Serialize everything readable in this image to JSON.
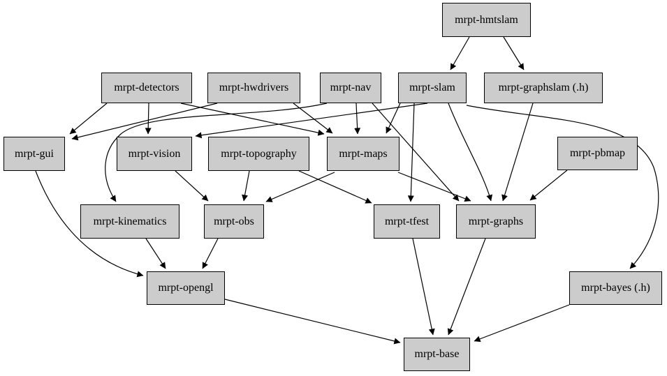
{
  "diagram": {
    "type": "dependency-graph",
    "colors": {
      "node_fill": "#cccccc",
      "node_border": "#000000",
      "edge": "#000000",
      "background": "#ffffff"
    },
    "nodes": [
      {
        "id": "hmtslam",
        "label": "mrpt-hmtslam"
      },
      {
        "id": "detectors",
        "label": "mrpt-detectors"
      },
      {
        "id": "hwdrivers",
        "label": "mrpt-hwdrivers"
      },
      {
        "id": "nav",
        "label": "mrpt-nav"
      },
      {
        "id": "slam",
        "label": "mrpt-slam"
      },
      {
        "id": "graphslam",
        "label": "mrpt-graphslam (.h)"
      },
      {
        "id": "gui",
        "label": "mrpt-gui"
      },
      {
        "id": "vision",
        "label": "mrpt-vision"
      },
      {
        "id": "topography",
        "label": "mrpt-topography"
      },
      {
        "id": "maps",
        "label": "mrpt-maps"
      },
      {
        "id": "pbmap",
        "label": "mrpt-pbmap"
      },
      {
        "id": "kinematics",
        "label": "mrpt-kinematics"
      },
      {
        "id": "obs",
        "label": "mrpt-obs"
      },
      {
        "id": "tfest",
        "label": "mrpt-tfest"
      },
      {
        "id": "graphs",
        "label": "mrpt-graphs"
      },
      {
        "id": "opengl",
        "label": "mrpt-opengl"
      },
      {
        "id": "bayes",
        "label": "mrpt-bayes (.h)"
      },
      {
        "id": "base",
        "label": "mrpt-base"
      }
    ],
    "edges": [
      {
        "from": "hmtslam",
        "to": "slam"
      },
      {
        "from": "hmtslam",
        "to": "graphslam"
      },
      {
        "from": "detectors",
        "to": "gui"
      },
      {
        "from": "detectors",
        "to": "vision"
      },
      {
        "from": "detectors",
        "to": "maps"
      },
      {
        "from": "hwdrivers",
        "to": "gui"
      },
      {
        "from": "hwdrivers",
        "to": "maps"
      },
      {
        "from": "nav",
        "to": "maps"
      },
      {
        "from": "nav",
        "to": "kinematics"
      },
      {
        "from": "nav",
        "to": "graphs"
      },
      {
        "from": "slam",
        "to": "maps"
      },
      {
        "from": "slam",
        "to": "vision"
      },
      {
        "from": "slam",
        "to": "tfest"
      },
      {
        "from": "slam",
        "to": "graphs"
      },
      {
        "from": "slam",
        "to": "bayes"
      },
      {
        "from": "graphslam",
        "to": "graphs"
      },
      {
        "from": "gui",
        "to": "opengl"
      },
      {
        "from": "vision",
        "to": "obs"
      },
      {
        "from": "topography",
        "to": "obs"
      },
      {
        "from": "topography",
        "to": "tfest"
      },
      {
        "from": "maps",
        "to": "obs"
      },
      {
        "from": "maps",
        "to": "graphs"
      },
      {
        "from": "pbmap",
        "to": "graphs"
      },
      {
        "from": "kinematics",
        "to": "opengl"
      },
      {
        "from": "obs",
        "to": "opengl"
      },
      {
        "from": "opengl",
        "to": "base"
      },
      {
        "from": "tfest",
        "to": "base"
      },
      {
        "from": "graphs",
        "to": "base"
      },
      {
        "from": "bayes",
        "to": "base"
      }
    ]
  }
}
